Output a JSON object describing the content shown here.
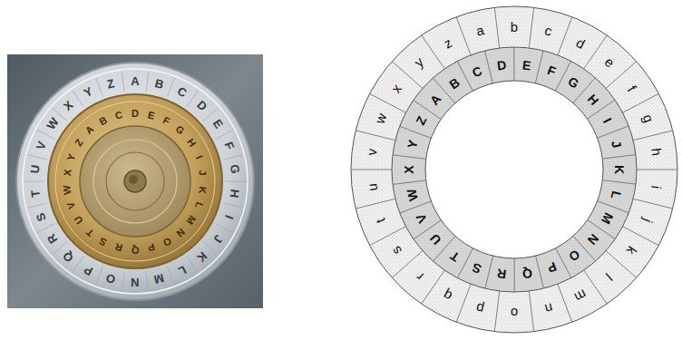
{
  "diagram": {
    "labels": [
      "A",
      "B",
      "C",
      "D",
      "E",
      "F",
      "G",
      "H",
      "I",
      "J",
      "K",
      "L",
      "M",
      "N",
      "O",
      "P",
      "Q",
      "R",
      "S",
      "T",
      "U",
      "V",
      "W",
      "X",
      "Y",
      "Z",
      "A",
      "B",
      "C",
      "D",
      "E",
      "F",
      "G",
      "H",
      "I",
      "J",
      "K",
      "L",
      "M",
      "N",
      "O",
      "P",
      "Q",
      "R",
      "S",
      "T",
      "U",
      "V",
      "W",
      "X",
      "Y",
      "Z",
      "a",
      "b",
      "c",
      "d",
      "e",
      "f",
      "g",
      "h",
      "i",
      "j",
      "k",
      "l",
      "m",
      "n",
      "o",
      "p",
      "q",
      "r",
      "s",
      "t",
      "u",
      "v",
      "w",
      "x",
      "y",
      "z",
      "A",
      "B",
      "C",
      "D",
      "E",
      "F",
      "G",
      "H",
      "I",
      "J",
      "K",
      "L",
      "M",
      "N",
      "O",
      "P",
      "Q",
      "R",
      "S",
      "T",
      "U",
      "V",
      "W",
      "X",
      "Y",
      "Z"
    ]
  }
}
